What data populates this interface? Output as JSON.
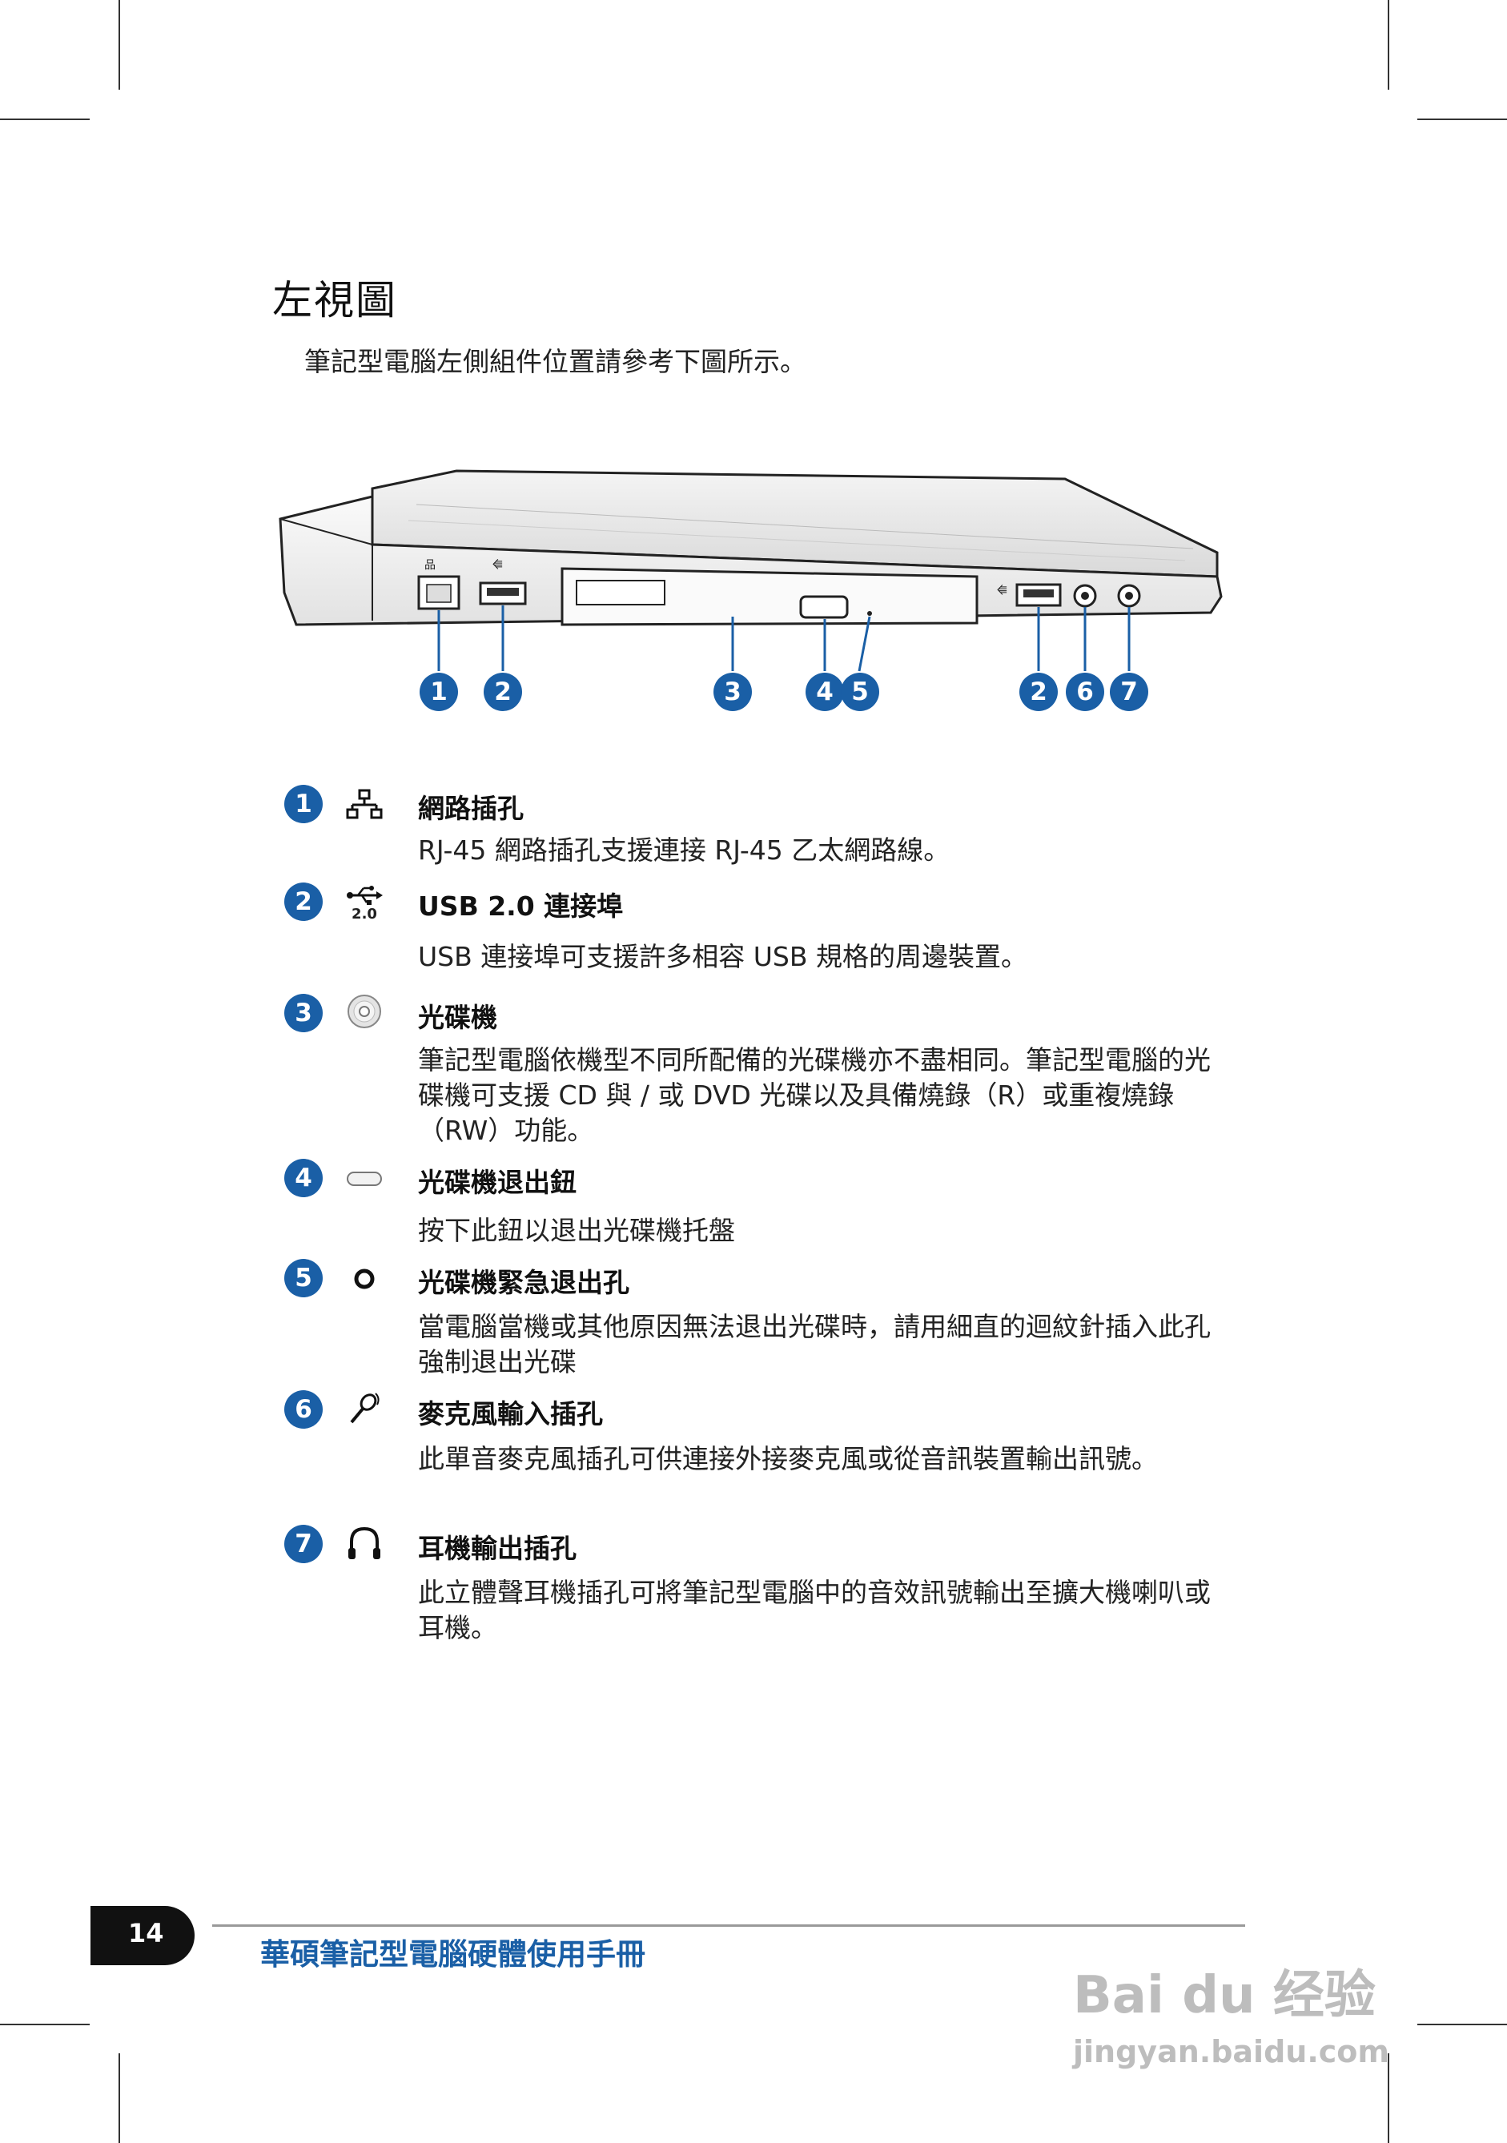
{
  "title": "左視圖",
  "intro": "筆記型電腦左側組件位置請參考下圖所示。",
  "figure": {
    "callouts": [
      "1",
      "2",
      "3",
      "4",
      "5",
      "2",
      "6",
      "7"
    ]
  },
  "items": [
    {
      "num": "1",
      "icon": "network-icon",
      "head": "網路插孔",
      "desc": "RJ-45 網路插孔支援連接 RJ-45 乙太網路線。"
    },
    {
      "num": "2",
      "icon": "usb-icon",
      "icon_label": "2.0",
      "head": "USB 2.0 連接埠",
      "desc": "USB 連接埠可支援許多相容 USB 規格的周邊裝置。"
    },
    {
      "num": "3",
      "icon": "optical-disc-icon",
      "head": "光碟機",
      "desc": "筆記型電腦依機型不同所配備的光碟機亦不盡相同。筆記型電腦的光碟機可支援 CD 與 / 或 DVD 光碟以及具備燒錄（R）或重複燒錄（RW）功能。"
    },
    {
      "num": "4",
      "icon": "eject-button-icon",
      "head": "光碟機退出鈕",
      "desc": "按下此鈕以退出光碟機托盤"
    },
    {
      "num": "5",
      "icon": "emergency-eject-icon",
      "head": "光碟機緊急退出孔",
      "desc": "當電腦當機或其他原因無法退出光碟時，請用細直的迴紋針插入此孔強制退出光碟"
    },
    {
      "num": "6",
      "icon": "microphone-icon",
      "head": "麥克風輸入插孔",
      "desc": "此單音麥克風插孔可供連接外接麥克風或從音訊裝置輸出訊號。"
    },
    {
      "num": "7",
      "icon": "headphone-icon",
      "head": "耳機輸出插孔",
      "desc": "此立體聲耳機插孔可將筆記型電腦中的音效訊號輸出至擴大機喇叭或耳機。"
    }
  ],
  "footer": {
    "page": "14",
    "title": "華碩筆記型電腦硬體使用手冊"
  },
  "watermark": {
    "brand": "Bai du 经验",
    "url": "jingyan.baidu.com"
  },
  "colors": {
    "accent": "#1a5fa6"
  }
}
